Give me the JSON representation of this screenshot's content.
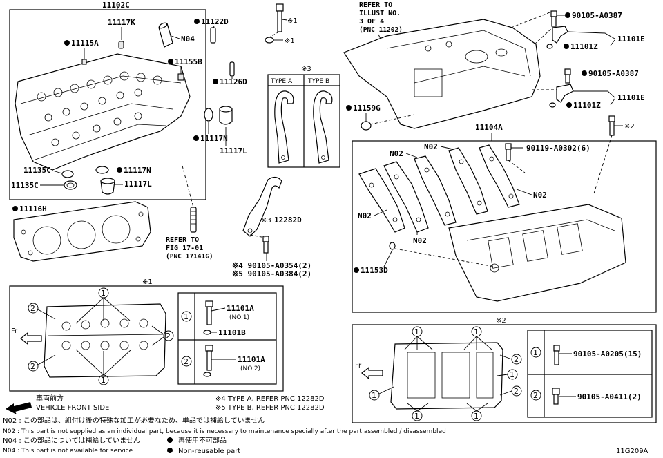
{
  "diagram_code": "11G209A",
  "labels": {
    "p11102C": "11102C",
    "p11117K": "11117K",
    "pN04": "N04",
    "p11122D": "11122D",
    "p11115A": "11115A",
    "p11155B": "11155B",
    "p11126D": "11126D",
    "p11117N_a": "11117N",
    "p11117L_a": "11117L",
    "p11135C_a": "11135C",
    "p11135C_b": "11135C",
    "p11117N_b": "11117N",
    "p11117L_b": "11117L",
    "p11116H": "11116H",
    "p12282D": "12282D",
    "p11159G": "11159G",
    "p11104A": "11104A",
    "pN02_1": "N02",
    "pN02_2": "N02",
    "pN02_3": "N02",
    "pN02_4": "N02",
    "pN02_5": "N02",
    "p11153D": "11153D",
    "p90119": "90119-A0302(6)",
    "p90105_0387_a": "90105-A0387",
    "p90105_0387_b": "90105-A0387",
    "p11101E_a": "11101E",
    "p11101E_b": "11101E",
    "p11101Z_a": "11101Z",
    "p11101Z_b": "11101Z",
    "p11101A_1": "11101A",
    "p11101A_1_sub": "(NO.1)",
    "p11101B": "11101B",
    "p11101A_2": "11101A",
    "p11101A_2_sub": "(NO.2)",
    "p90105_0205": "90105-A0205(15)",
    "p90105_0411": "90105-A0411(2)",
    "p90105_0354": "※4 90105-A0354(2)",
    "p90105_0384": "※5 90105-A0384(2)",
    "mark1_a": "※1",
    "mark1_b": "※1",
    "mark2_a": "※2",
    "mark3_a": "※3",
    "mark3_b": "※3",
    "box1_title": "※1",
    "box2_title": "※2",
    "type_a": "TYPE A",
    "type_b": "TYPE B",
    "fr_1": "Fr",
    "fr_2": "Fr"
  },
  "refer_illust": [
    "REFER TO",
    "ILLUST NO.",
    "3 OF 4",
    "(PNC 11202)"
  ],
  "refer_fig": [
    "REFER TO",
    "FIG 17-01",
    "(PNC 17141G)"
  ],
  "notes": {
    "vehicle_jp": "車両前方",
    "vehicle_en": "VEHICLE FRONT SIDE",
    "type_note_a": "※4 TYPE A, REFER PNC 12282D",
    "type_note_b": "※5 TYPE B, REFER PNC 12282D",
    "n02_jp": "N02 : この部品は、組付け後の特殊な加工が必要なため、単品では補給していません",
    "n02_en": "N02 : This part is not supplied as an individual part, because it is necessary to maintenance specially after the part assembled / disassembled",
    "n04_jp": "N04 : この部品については補給していません",
    "n04_en": "N04 : This part is not available for service",
    "legend_jp": "再使用不可部品",
    "legend_en": "Non-reusable part"
  },
  "callouts": {
    "one": "1",
    "two": "2"
  }
}
